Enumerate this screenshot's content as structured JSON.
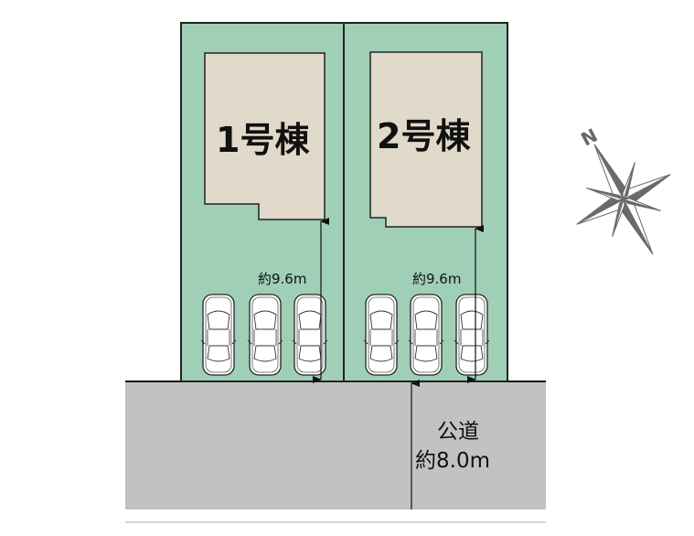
{
  "buildings": [
    {
      "label": "1号棟",
      "frontage_label": "約9.6m",
      "parking_spaces": 3
    },
    {
      "label": "2号棟",
      "frontage_label": "約9.6m",
      "parking_spaces": 3
    }
  ],
  "road": {
    "label": "公道",
    "width_label": "約8.0m"
  },
  "compass": {
    "north_label": "N"
  },
  "colors": {
    "lot": "#9fcfb6",
    "building": "#e1d9c9",
    "road": "#c2c2c2",
    "compass": "#6a6a6a"
  }
}
